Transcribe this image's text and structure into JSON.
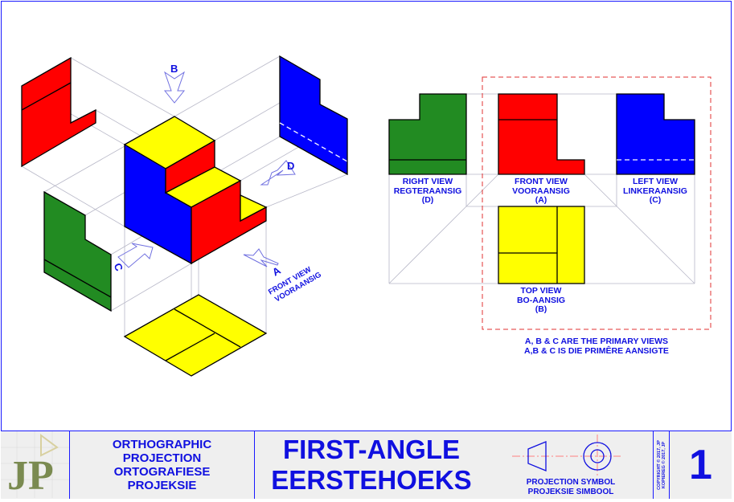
{
  "pictorial": {
    "arrow_b": "B",
    "arrow_d": "D",
    "arrow_c": "C",
    "arrow_a": "A",
    "front_view_line1": "FRONT VIEW",
    "front_view_line2": "VOORAANSIG"
  },
  "views": {
    "right": [
      "RIGHT VIEW",
      "REGTERAANSIG",
      "(D)"
    ],
    "front": [
      "FRONT VIEW",
      "VOORAANSIG",
      "(A)"
    ],
    "left": [
      "LEFT VIEW",
      "LINKERAANSIG",
      "(C)"
    ],
    "top": [
      "TOP VIEW",
      "BO-AANSIG",
      "(B)"
    ],
    "note_line1": "A, B & C ARE THE PRIMARY VIEWS",
    "note_line2": "A,B & C IS DIE PRIMÊRE AANSIGTE"
  },
  "colors": {
    "red": "#ff0000",
    "blue": "#0000ff",
    "green": "#228b22",
    "yellow": "#ffff00",
    "text": "#1010e0"
  },
  "title_block": {
    "logo": "JP",
    "subject": [
      "ORTHOGRAPHIC",
      "PROJECTION",
      "ORTOGRAFIESE",
      "PROJEKSIE"
    ],
    "title_line1": "FIRST-ANGLE",
    "title_line2": "EERSTEHOEKS",
    "symbol_label1": "PROJECTION SYMBOL",
    "symbol_label2": "PROJEKSIE SIMBOOL",
    "copyright1": "COPYRIGHT © 2017, JP",
    "copyright2": "KOPIEREG © 2017, JP",
    "sheet_number": "1"
  }
}
